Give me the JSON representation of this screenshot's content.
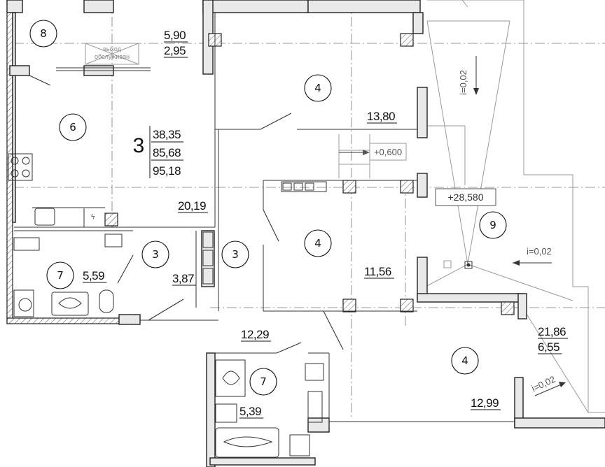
{
  "rooms": [
    {
      "id": "room-8-loggia",
      "number": "8",
      "area_top": "5,90",
      "area_bottom": "2,95"
    },
    {
      "id": "room-6-kitchen-living",
      "number": "6",
      "area": "20,19"
    },
    {
      "id": "room-4-bedroom-top",
      "number": "4",
      "area": "13,80"
    },
    {
      "id": "room-4-bedroom-middle",
      "number": "4",
      "area": "11,56"
    },
    {
      "id": "room-4-bedroom-bottom",
      "number": "4",
      "area": "12,99"
    },
    {
      "id": "room-3-hall-left",
      "number": "3",
      "area": "3,87"
    },
    {
      "id": "room-3-hall-center",
      "number": "3",
      "area": "12,29"
    },
    {
      "id": "room-7-bathroom-left",
      "number": "7",
      "area": "5,59"
    },
    {
      "id": "room-7-bathroom-right",
      "number": "7",
      "area": "5,39"
    },
    {
      "id": "room-9-terrace",
      "number": "9",
      "area_top": "21,86",
      "area_bottom": "6,55"
    }
  ],
  "summary": {
    "rooms_count": "3",
    "area_living": "38,35",
    "area_total": "85,68",
    "area_with_terrace": "95,18"
  },
  "levels": {
    "level_stair": "+0,600",
    "level_terrace": "+28,580"
  },
  "slopes": {
    "slope_top": "i=0,02",
    "slope_middle": "i=0,02",
    "slope_bottom": "i=0,02"
  },
  "labels": {
    "roof_exit": "выход\nобслуживан"
  },
  "colors": {
    "line": "#222222",
    "grey_line": "#9a9a9a",
    "wall_fill": "#e9e9e9"
  }
}
